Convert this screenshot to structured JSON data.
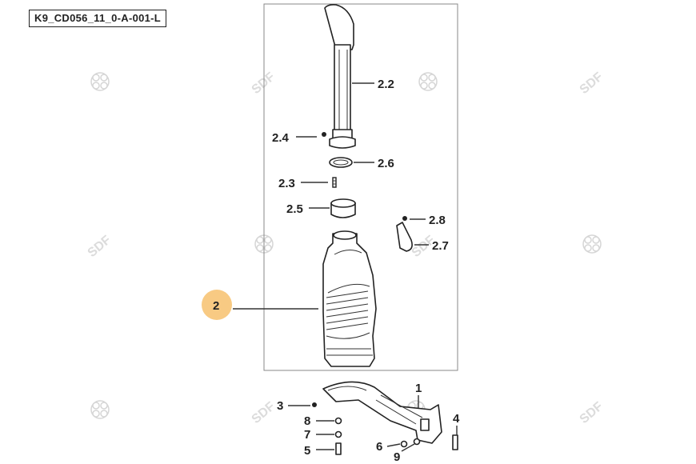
{
  "document": {
    "id": "K9_CD056_11_0-A-001-L"
  },
  "watermark": {
    "text": "SDF"
  },
  "callouts": {
    "c2_2": "2.2",
    "c2_4": "2.4",
    "c2_6": "2.6",
    "c2_3": "2.3",
    "c2_5": "2.5",
    "c2_8": "2.8",
    "c2_7": "2.7",
    "c2": "2",
    "c1": "1",
    "c3": "3",
    "c4": "4",
    "c5": "5",
    "c6": "6",
    "c7": "7",
    "c8": "8",
    "c9": "9"
  },
  "colors": {
    "highlight": "#f7c16d",
    "line": "#222222",
    "frame": "#888888"
  }
}
